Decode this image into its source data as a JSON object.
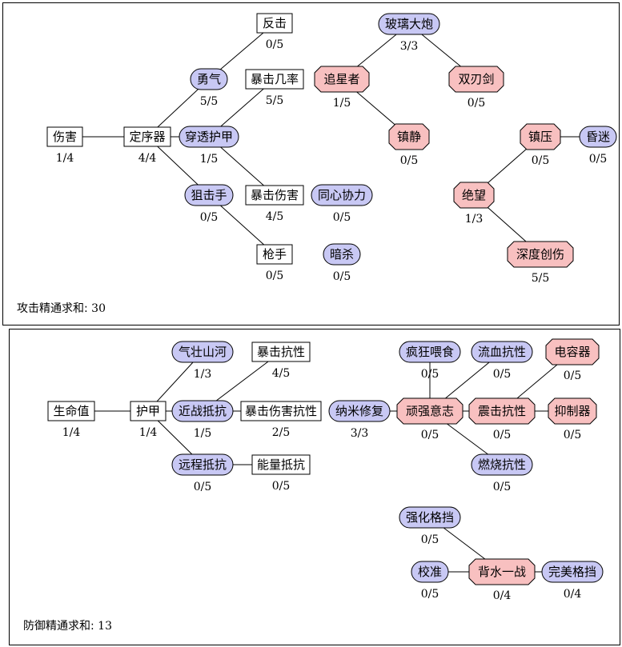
{
  "trees": [
    {
      "name": "attack",
      "summary_label": "攻击精通求和:",
      "summary_value": "30",
      "nodes": [
        {
          "id": "a_damage",
          "label": "伤害",
          "count": "1/4",
          "shape": "box"
        },
        {
          "id": "a_sequencer",
          "label": "定序器",
          "count": "4/4",
          "shape": "box"
        },
        {
          "id": "a_courage",
          "label": "勇气",
          "count": "5/5",
          "shape": "pill"
        },
        {
          "id": "a_counter",
          "label": "反击",
          "count": "0/5",
          "shape": "box"
        },
        {
          "id": "a_pierce",
          "label": "穿透护甲",
          "count": "1/5",
          "shape": "pill"
        },
        {
          "id": "a_critchance",
          "label": "暴击几率",
          "count": "5/5",
          "shape": "box"
        },
        {
          "id": "a_critdamage",
          "label": "暴击伤害",
          "count": "4/5",
          "shape": "box"
        },
        {
          "id": "a_sniper",
          "label": "狙击手",
          "count": "0/5",
          "shape": "pill"
        },
        {
          "id": "a_gunner",
          "label": "枪手",
          "count": "0/5",
          "shape": "box"
        },
        {
          "id": "a_unity",
          "label": "同心协力",
          "count": "0/5",
          "shape": "pill"
        },
        {
          "id": "a_assassin",
          "label": "暗杀",
          "count": "0/5",
          "shape": "pill"
        },
        {
          "id": "a_glasscannon",
          "label": "玻璃大炮",
          "count": "3/3",
          "shape": "pill"
        },
        {
          "id": "a_stalker",
          "label": "追星者",
          "count": "1/5",
          "shape": "oct"
        },
        {
          "id": "a_twinblade",
          "label": "双刃剑",
          "count": "0/5",
          "shape": "oct"
        },
        {
          "id": "a_calm",
          "label": "镇静",
          "count": "0/5",
          "shape": "oct"
        },
        {
          "id": "a_suppress",
          "label": "镇压",
          "count": "0/5",
          "shape": "oct"
        },
        {
          "id": "a_stun",
          "label": "昏迷",
          "count": "0/5",
          "shape": "pill"
        },
        {
          "id": "a_despair",
          "label": "绝望",
          "count": "1/3",
          "shape": "oct"
        },
        {
          "id": "a_deepwound",
          "label": "深度创伤",
          "count": "5/5",
          "shape": "oct"
        }
      ],
      "edges": [
        [
          "a_damage",
          "a_sequencer"
        ],
        [
          "a_sequencer",
          "a_courage"
        ],
        [
          "a_courage",
          "a_counter"
        ],
        [
          "a_sequencer",
          "a_pierce"
        ],
        [
          "a_pierce",
          "a_critchance"
        ],
        [
          "a_pierce",
          "a_critdamage"
        ],
        [
          "a_sequencer",
          "a_sniper"
        ],
        [
          "a_sniper",
          "a_gunner"
        ],
        [
          "a_glasscannon",
          "a_stalker"
        ],
        [
          "a_glasscannon",
          "a_twinblade"
        ],
        [
          "a_stalker",
          "a_calm"
        ],
        [
          "a_suppress",
          "a_stun"
        ],
        [
          "a_suppress",
          "a_despair"
        ],
        [
          "a_despair",
          "a_deepwound"
        ]
      ]
    },
    {
      "name": "defense",
      "summary_label": "防御精通求和:",
      "summary_value": "13",
      "nodes": [
        {
          "id": "d_hp",
          "label": "生命值",
          "count": "1/4",
          "shape": "box"
        },
        {
          "id": "d_armor",
          "label": "护甲",
          "count": "1/4",
          "shape": "box"
        },
        {
          "id": "d_vigor",
          "label": "气壮山河",
          "count": "1/3",
          "shape": "pill"
        },
        {
          "id": "d_melee",
          "label": "近战抵抗",
          "count": "1/5",
          "shape": "pill"
        },
        {
          "id": "d_ranged",
          "label": "远程抵抗",
          "count": "0/5",
          "shape": "pill"
        },
        {
          "id": "d_critres",
          "label": "暴击抗性",
          "count": "4/5",
          "shape": "box"
        },
        {
          "id": "d_critdmgres",
          "label": "暴击伤害抗性",
          "count": "2/5",
          "shape": "box"
        },
        {
          "id": "d_energyres",
          "label": "能量抵抗",
          "count": "0/5",
          "shape": "box"
        },
        {
          "id": "d_nanorepair",
          "label": "纳米修复",
          "count": "3/3",
          "shape": "pill"
        },
        {
          "id": "d_frenzy",
          "label": "疯狂喂食",
          "count": "0/5",
          "shape": "pill"
        },
        {
          "id": "d_tenacity",
          "label": "顽强意志",
          "count": "0/5",
          "shape": "oct"
        },
        {
          "id": "d_bleedres",
          "label": "流血抗性",
          "count": "0/5",
          "shape": "pill"
        },
        {
          "id": "d_shockres",
          "label": "震击抗性",
          "count": "0/5",
          "shape": "oct"
        },
        {
          "id": "d_burnres",
          "label": "燃烧抗性",
          "count": "0/5",
          "shape": "pill"
        },
        {
          "id": "d_capacitor",
          "label": "电容器",
          "count": "0/5",
          "shape": "oct"
        },
        {
          "id": "d_suppressor",
          "label": "抑制器",
          "count": "0/5",
          "shape": "oct"
        },
        {
          "id": "d_blockboost",
          "label": "强化格挡",
          "count": "0/5",
          "shape": "pill"
        },
        {
          "id": "d_calibrate",
          "label": "校准",
          "count": "0/5",
          "shape": "pill"
        },
        {
          "id": "d_laststand",
          "label": "背水一战",
          "count": "0/4",
          "shape": "oct"
        },
        {
          "id": "d_perfectblock",
          "label": "完美格挡",
          "count": "0/4",
          "shape": "pill"
        }
      ],
      "edges": [
        [
          "d_hp",
          "d_armor"
        ],
        [
          "d_armor",
          "d_vigor"
        ],
        [
          "d_armor",
          "d_melee"
        ],
        [
          "d_armor",
          "d_ranged"
        ],
        [
          "d_melee",
          "d_critres"
        ],
        [
          "d_melee",
          "d_critdmgres"
        ],
        [
          "d_ranged",
          "d_energyres"
        ],
        [
          "d_nanorepair",
          "d_tenacity"
        ],
        [
          "d_tenacity",
          "d_frenzy"
        ],
        [
          "d_tenacity",
          "d_bleedres"
        ],
        [
          "d_tenacity",
          "d_shockres"
        ],
        [
          "d_tenacity",
          "d_burnres"
        ],
        [
          "d_shockres",
          "d_capacitor"
        ],
        [
          "d_shockres",
          "d_suppressor"
        ],
        [
          "d_blockboost",
          "d_laststand"
        ],
        [
          "d_calibrate",
          "d_laststand"
        ],
        [
          "d_laststand",
          "d_perfectblock"
        ]
      ]
    }
  ]
}
